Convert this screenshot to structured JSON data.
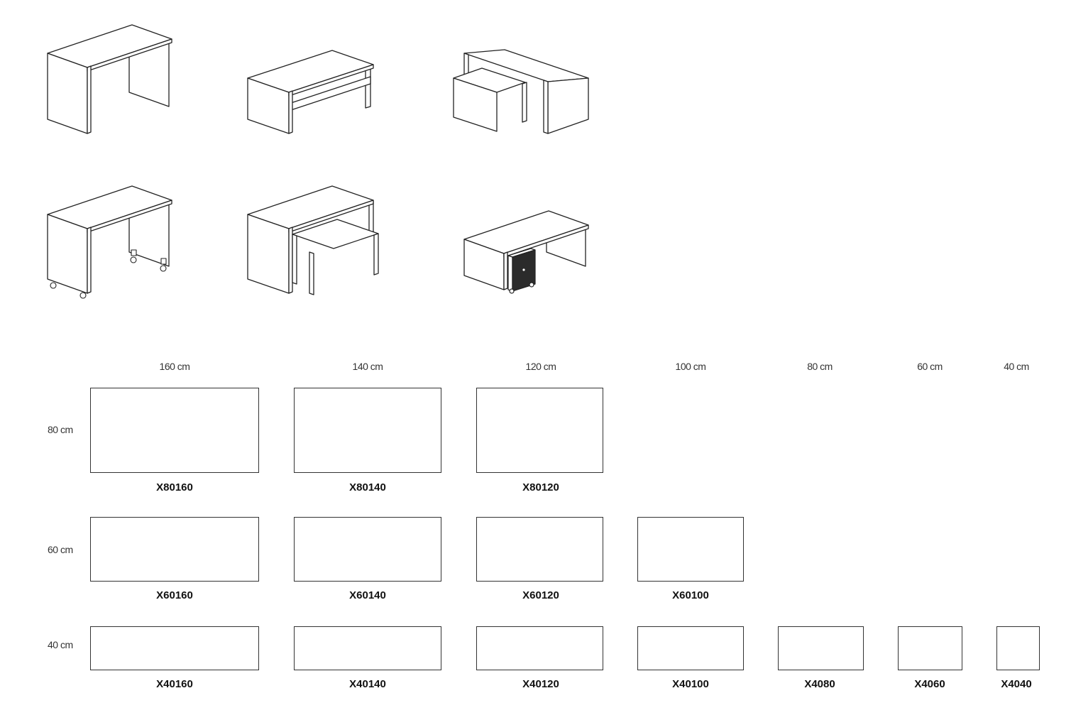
{
  "illustrations": [
    {
      "name": "desk-basic"
    },
    {
      "name": "desk-with-shelf"
    },
    {
      "name": "desk-with-nested-table"
    },
    {
      "name": "desk-on-castors"
    },
    {
      "name": "tall-desk-with-nested-table"
    },
    {
      "name": "desk-with-mobile-pedestal"
    }
  ],
  "size_chart": {
    "columns": [
      "160 cm",
      "140 cm",
      "120 cm",
      "100 cm",
      "80 cm",
      "60 cm",
      "40 cm"
    ],
    "rows": [
      {
        "label": "80 cm",
        "items": [
          {
            "code": "X80160"
          },
          {
            "code": "X80140"
          },
          {
            "code": "X80120"
          }
        ]
      },
      {
        "label": "60 cm",
        "items": [
          {
            "code": "X60160"
          },
          {
            "code": "X60140"
          },
          {
            "code": "X60120"
          },
          {
            "code": "X60100"
          }
        ]
      },
      {
        "label": "40 cm",
        "items": [
          {
            "code": "X40160"
          },
          {
            "code": "X40140"
          },
          {
            "code": "X40120"
          },
          {
            "code": "X40100"
          },
          {
            "code": "X4080"
          },
          {
            "code": "X4060"
          },
          {
            "code": "X4040"
          }
        ]
      }
    ]
  }
}
